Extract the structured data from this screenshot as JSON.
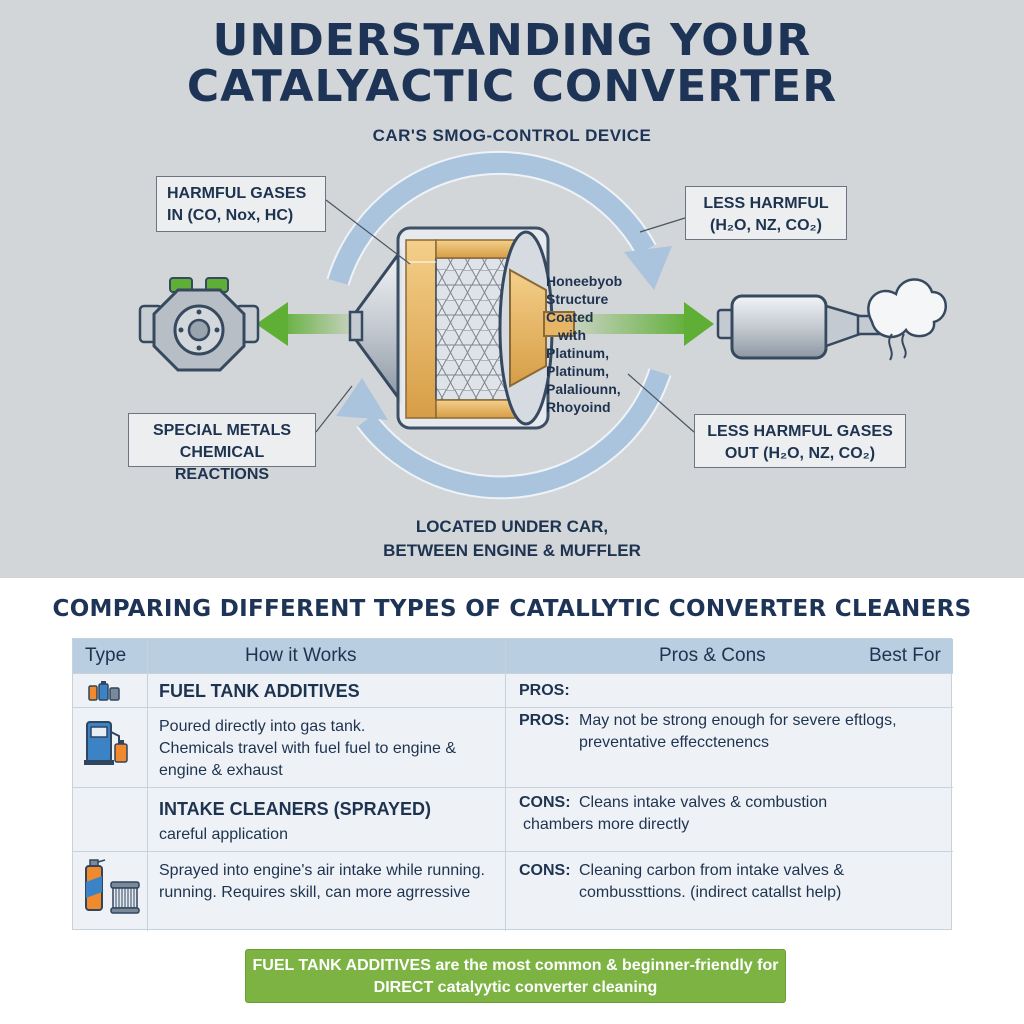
{
  "diagram": {
    "title_line1": "UNDERSTANDING YOUR",
    "title_line2": "CATALYACTIC CONVERTER",
    "subtitle": "CAR'S SMOG-CONTROL DEVICE",
    "harmful_in_line1": "HARMFUL GASES",
    "harmful_in_line2": "IN (CO, Nox, HC)",
    "less_harmful_line1": "LESS HARMFUL",
    "less_harmful_line2": "(H₂O, NZ, CO₂)",
    "metals_line1": "SPECIAL METALS",
    "metals_line2": "CHEMICAL REACTIONS",
    "out_line1": "LESS HARMFUL GASES",
    "out_line2": "OUT (H₂O, NZ, CO₂)",
    "honeycomb": [
      "Honeebyob",
      "Structure",
      "Coated",
      "with",
      "Platinum,",
      "Platinum,",
      "Palaliounn,",
      "Rhoyoind"
    ],
    "located_line1": "LOCATED UNDER CAR,",
    "located_line2": "BETWEEN ENGINE & MUFFLER",
    "icons": [
      "engine-icon",
      "catalytic-converter-icon",
      "muffler-icon",
      "smoke-cloud-icon",
      "cycle-arrow-icon"
    ],
    "colors": {
      "title": "#1e3456",
      "arrow_green": "#6db33f",
      "cycle_arrow": "#a9c4dc",
      "honeycomb_gold": "#e6b566"
    }
  },
  "comparison": {
    "title": "COMPARING DIFFERENT TYPES OF CATALLYTIC CONVERTER CLEANERS",
    "headers": {
      "type": "Type",
      "how": "How it Works",
      "pros": "Pros & Cons",
      "best": "Best For"
    },
    "fuel": {
      "heading": "FUEL TANK ADDITIVES",
      "pros_label_1": "PROS:",
      "how_line1": "Poured directly into gas tank.",
      "how_line2": "Chemicals travel with fuel fuel to engine &",
      "how_line3": "engine & exhaust",
      "pros_label_2": "PROS:",
      "pros_line1": "May not be strong enough for severe eftlogs,",
      "pros_line2": "preventative effecctenencs"
    },
    "intake": {
      "heading": "INTAKE CLEANERS (SPRAYED)",
      "subheading": "careful application",
      "cons_label_1": "CONS:",
      "cons_line1": "Cleans intake valves & combustion",
      "cons_line2": "chambers more directly",
      "how_line1": "Sprayed into engine's air intake while running.",
      "how_line2": "running. Requires skill, can more agrressive",
      "cons_label_2": "CONS:",
      "cons2_line1": "Cleaning carbon from intake valves &",
      "cons2_line2": "combussttions. (indirect catallst help)"
    },
    "type_icons": [
      "fuel-bottles-icon",
      "fuel-pump-icon",
      "spray-can-icon",
      "air-filter-icon"
    ]
  },
  "banner": {
    "line1": "FUEL TANK ADDITIVES are the most common & beginner-friendly for",
    "line2": "DIRECT catalyytic converter cleaning",
    "color": "#7cb342"
  }
}
